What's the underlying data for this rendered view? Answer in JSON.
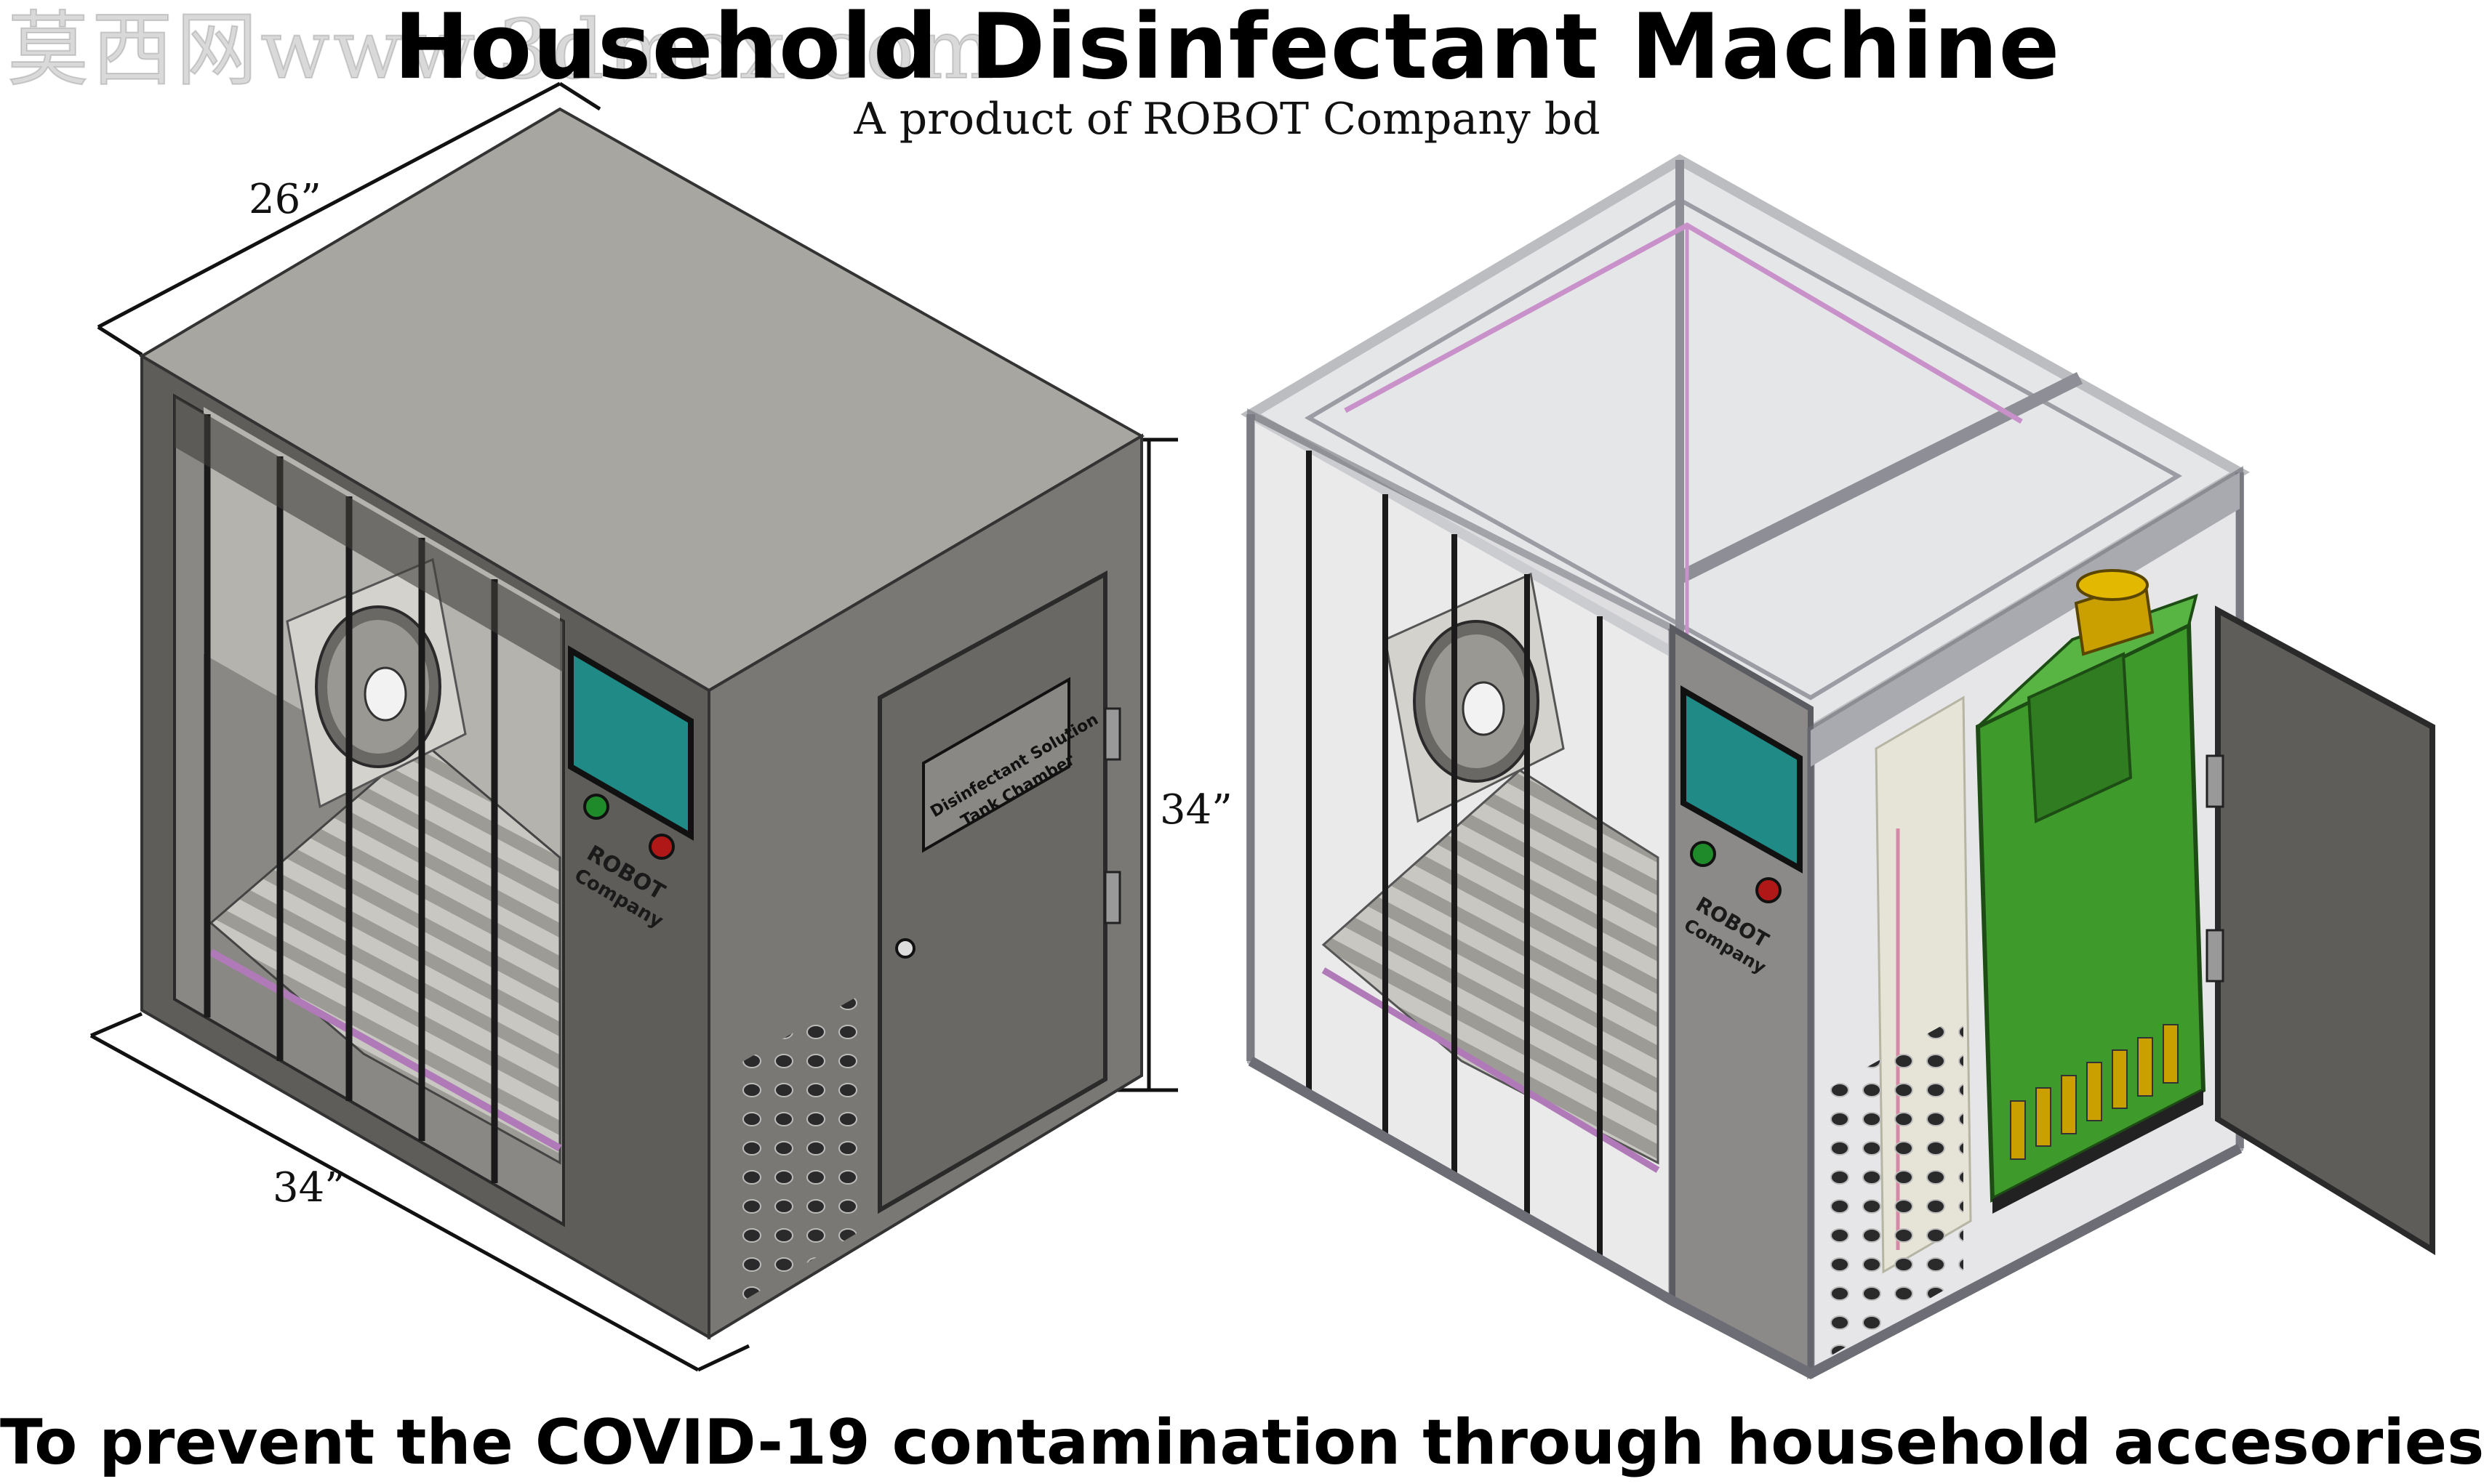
{
  "header": {
    "watermark": "莫西网www.3dmox.com",
    "title": "Household Disinfectant Machine",
    "subtitle": "A product of ROBOT Company bd"
  },
  "dimensions": {
    "depth": "26”",
    "height": "34”",
    "width": "34”"
  },
  "machine": {
    "door_label_line1": "Disinfectant Solution",
    "door_label_line2": "Tank Chamber",
    "brand_line1": "ROBOT",
    "brand_line2": "Company"
  },
  "footer": {
    "tagline": "To prevent the COVID-19 contamination through household accesories"
  },
  "colors": {
    "body_dark": "#5f5d5a",
    "body_mid": "#7a7874",
    "top_panel": "#a8a6a0",
    "frame_grey": "#8e8f96",
    "screen_teal": "#1f8a86",
    "tank_green": "#3f9a2c",
    "cap_yellow": "#c9a000",
    "uv_purple": "#b07ab8",
    "button_green": "#1f8a2a",
    "button_red": "#b01818"
  }
}
